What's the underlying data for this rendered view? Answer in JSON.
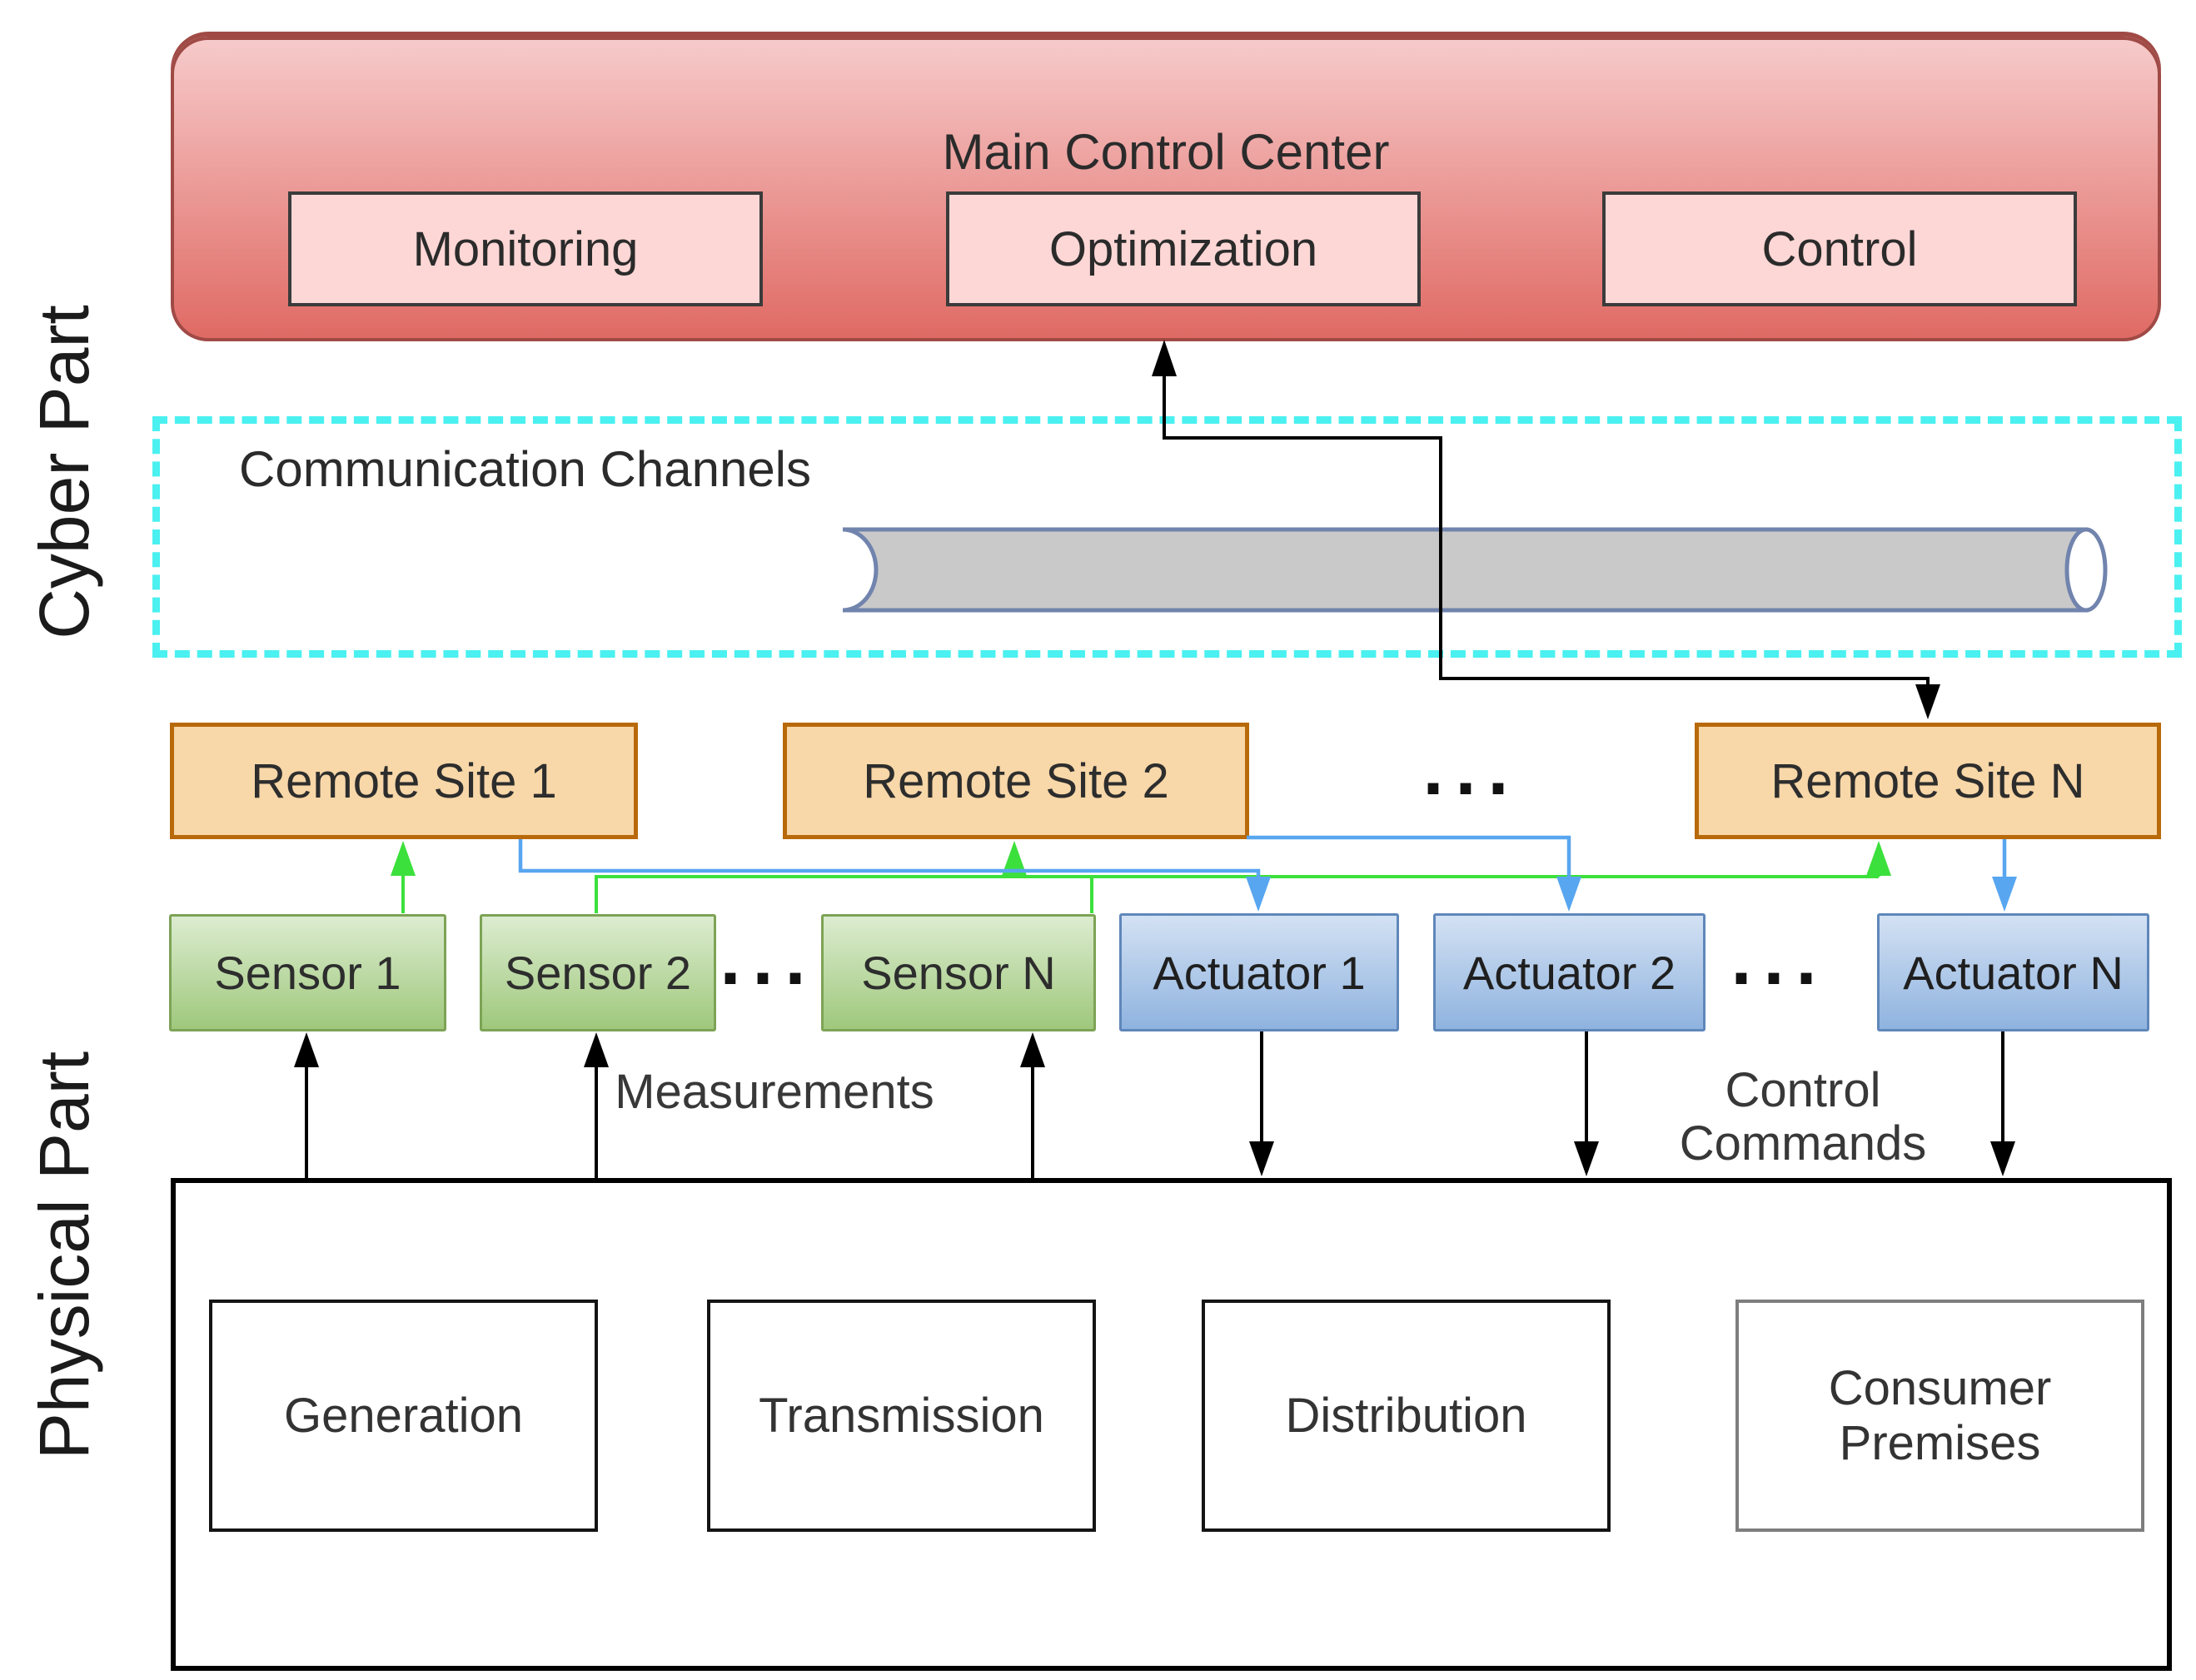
{
  "side_labels": {
    "cyber": "Cyber Part",
    "physical": "Physical Part"
  },
  "main_control_center": {
    "title": "Main Control Center",
    "modules": [
      {
        "label": "Monitoring"
      },
      {
        "label": "Optimization"
      },
      {
        "label": "Control"
      }
    ]
  },
  "communication": {
    "label": "Communication Channels",
    "pipe_icon": "communication-pipe"
  },
  "remote_sites": [
    {
      "label": "Remote Site 1"
    },
    {
      "label": "Remote Site 2"
    },
    {
      "label": "Remote Site N"
    }
  ],
  "remote_sites_ellipsis": "...",
  "sensors": [
    {
      "label": "Sensor 1"
    },
    {
      "label": "Sensor 2"
    },
    {
      "label": "Sensor N"
    }
  ],
  "sensors_ellipsis": "...",
  "actuators": [
    {
      "label": "Actuator 1"
    },
    {
      "label": "Actuator 2"
    },
    {
      "label": "Actuator N"
    }
  ],
  "actuators_ellipsis": "...",
  "flow_labels": {
    "measurements": "Measurements",
    "control_commands": "Control\nCommands"
  },
  "physical": {
    "sections": [
      {
        "label": "Generation"
      },
      {
        "label": "Transmission"
      },
      {
        "label": "Distribution"
      },
      {
        "label": "Consumer Premises"
      }
    ]
  },
  "colors": {
    "mcc_fill_top": "#f6caca",
    "mcc_fill_bottom": "#e06a64",
    "mcc_border": "#a04a46",
    "pink_fill": "#fdd7d5",
    "pink_border": "#3b3b3b",
    "cyan": "#4bf0f0",
    "orange_fill": "#f8d7a8",
    "orange_border": "#b8690a",
    "green_fill_top": "#dcecd0",
    "green_fill_bottom": "#9fc87c",
    "green_border": "#7da355",
    "blue_fill_top": "#d3e1f3",
    "blue_fill_bottom": "#8fb3df",
    "blue_border": "#5f87ba",
    "green_line": "#3ce03c",
    "blue_line": "#58a6f0",
    "cylinder_fill": "#c9c9c9",
    "cylinder_border": "#7184ad"
  }
}
